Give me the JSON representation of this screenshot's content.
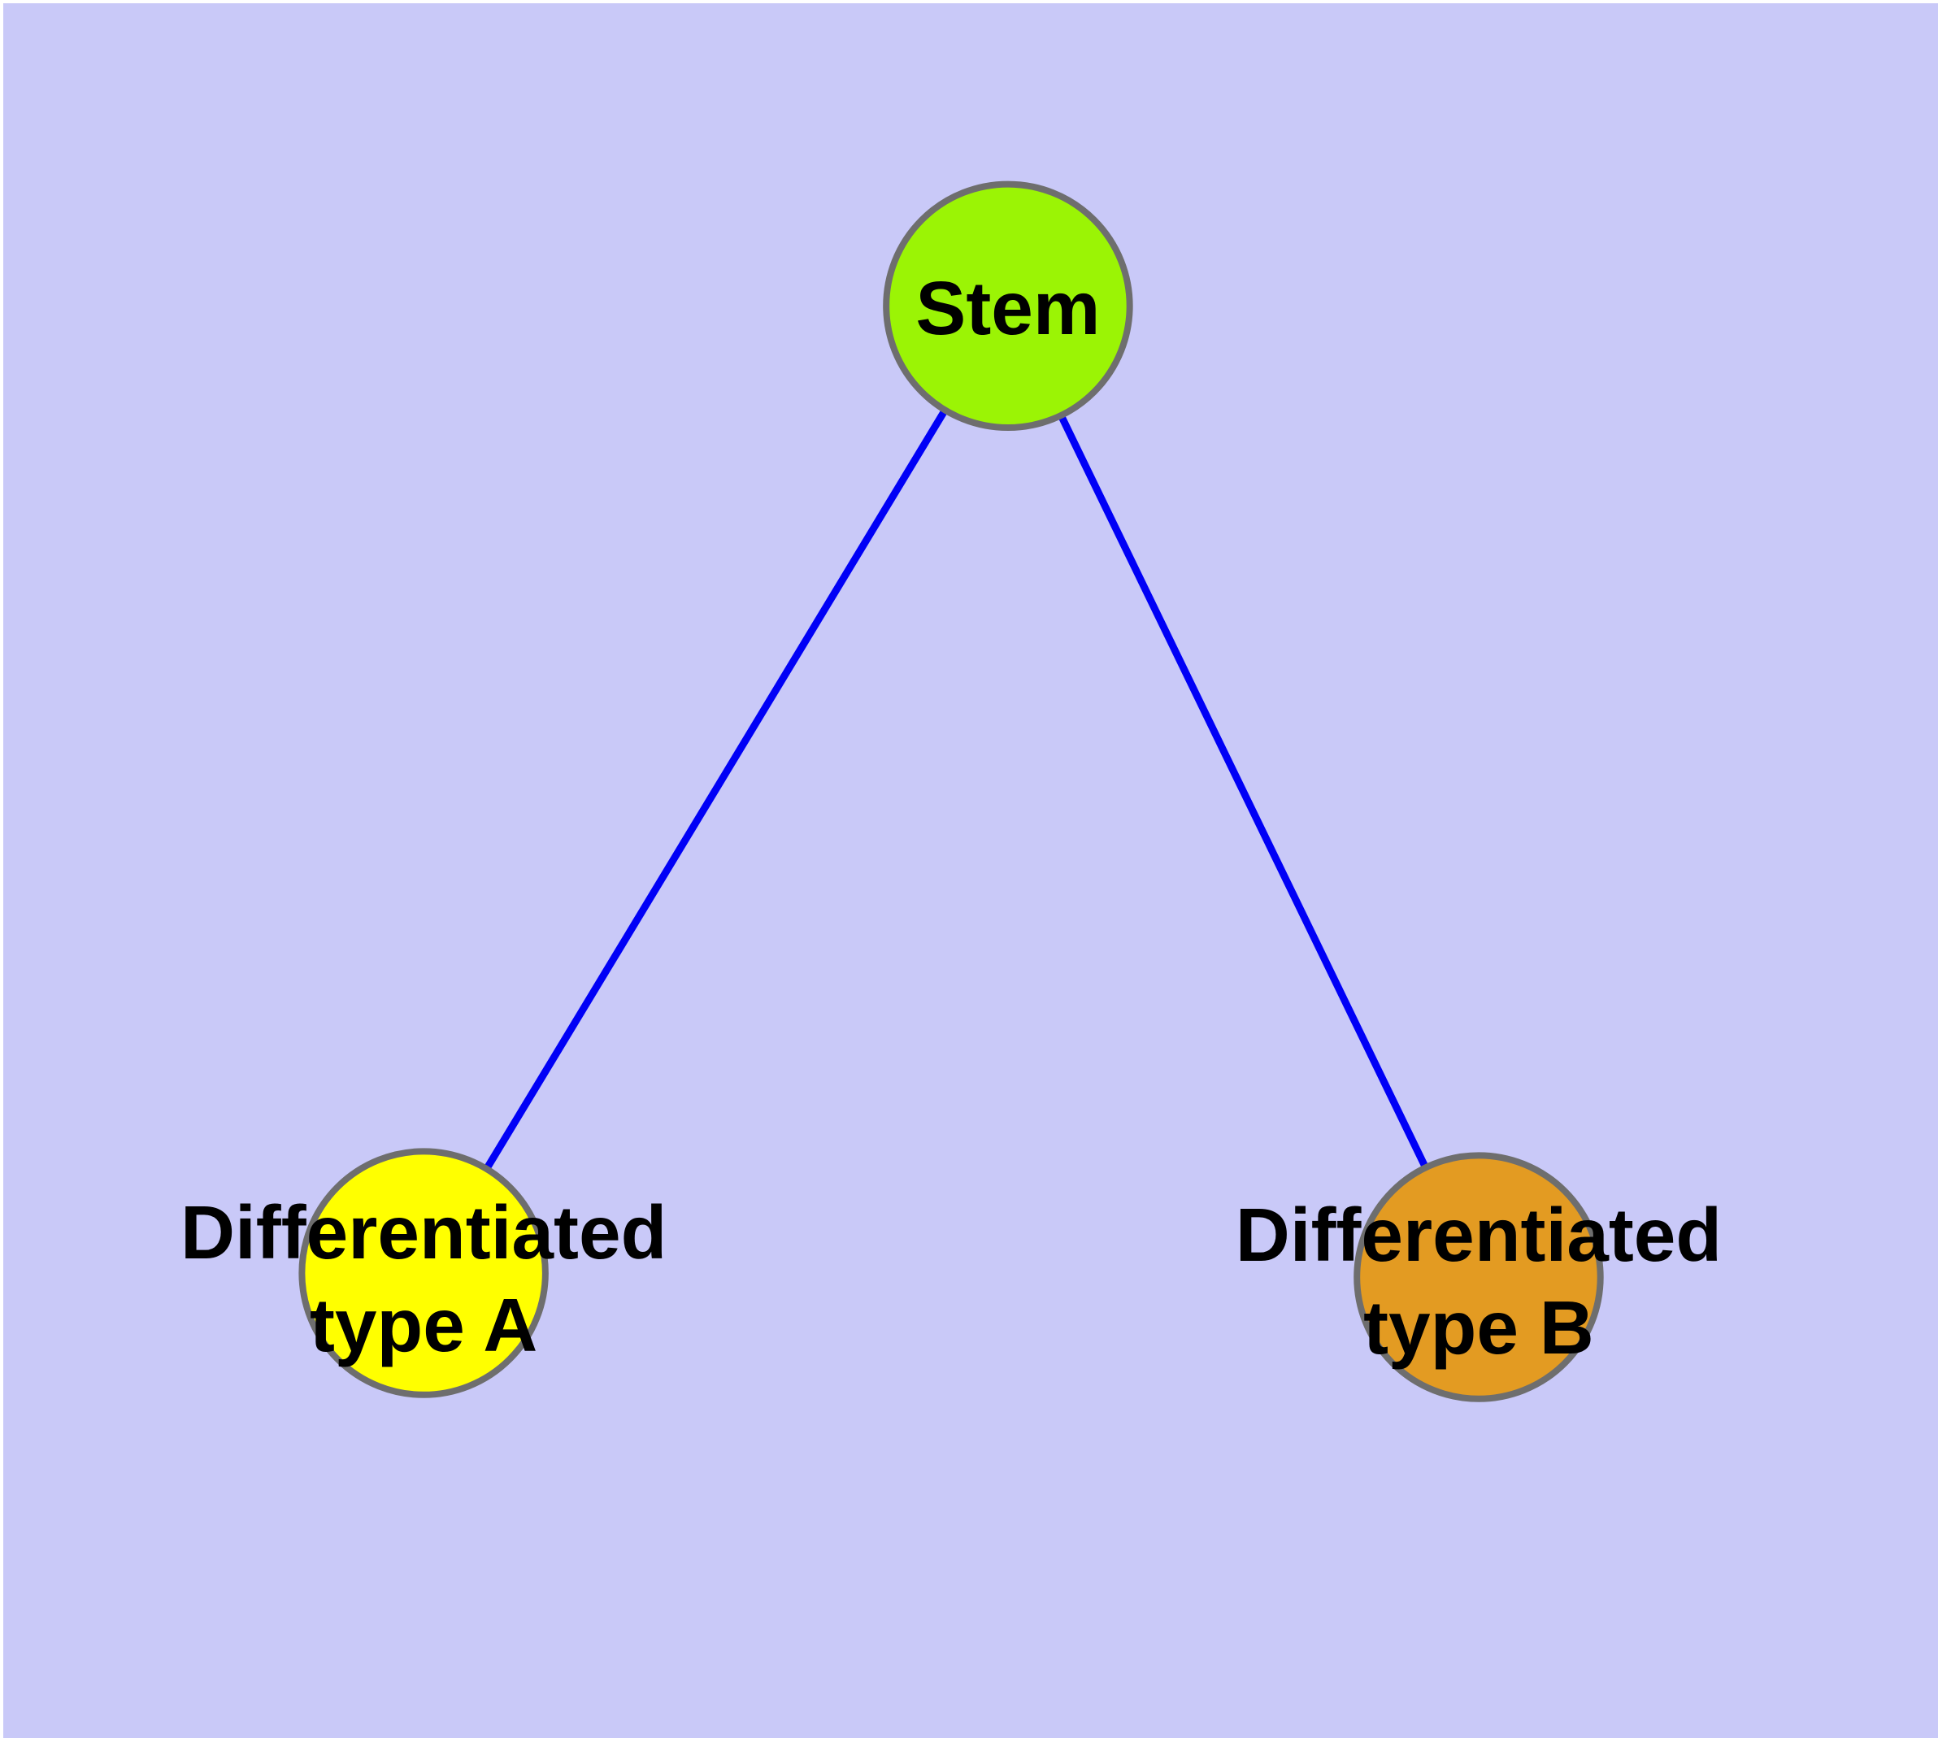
{
  "diagram": {
    "background_color": "#c9c9f8",
    "text_color": "#000000",
    "edge_color": "#0000f6",
    "node_border_color": "#6e6e6e",
    "nodes": {
      "stem": {
        "label": "Stem",
        "fill_color": "#9bf405"
      },
      "type_a": {
        "label_line1": "Differentiated",
        "label_line2": "type A",
        "fill_color": "#ffff00"
      },
      "type_b": {
        "label_line1": "Differentiated",
        "label_line2": "type B",
        "fill_color": "#e39b22"
      }
    },
    "edges": [
      {
        "from": "stem",
        "to": "type_a"
      },
      {
        "from": "stem",
        "to": "type_b"
      }
    ]
  }
}
